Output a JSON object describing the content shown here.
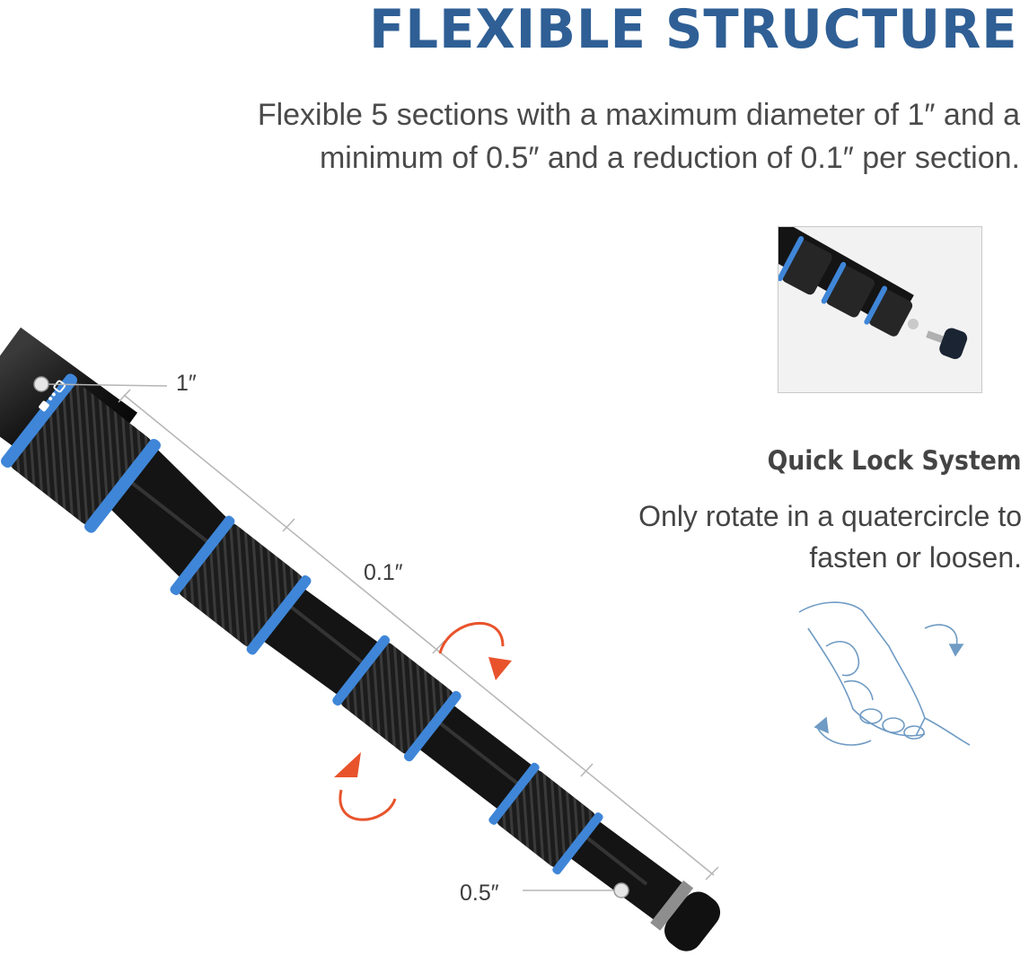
{
  "headline": "FLEXIBLE STRUCTURE",
  "intro": {
    "line1": "Flexible 5 sections with a maximum diameter of 1″ and a",
    "line2": "minimum of 0.5″ and a reduction of 0.1″ per section."
  },
  "feature": {
    "title": "Quick Lock System",
    "line1": "Only rotate in a quatercircle to",
    "line2": "fasten or loosen."
  },
  "dimensions": {
    "max": "1″",
    "step": "0.1″",
    "min": "0.5″"
  },
  "icons": [
    "lock-symbol-icon",
    "rotate-arrow-icon",
    "hand-rotate-illustration-icon"
  ],
  "colors": {
    "headline": "#2f5f95",
    "ring_blue": "#3f86d8",
    "arrow_orange": "#e8532c",
    "pole_black": "#151515"
  }
}
